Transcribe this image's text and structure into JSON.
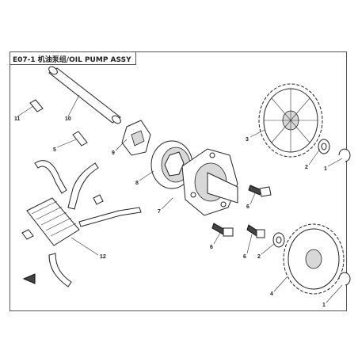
{
  "title": "E07-1 机油泵组/OIL PUMP ASSY",
  "callouts": [
    "11",
    "10",
    "5",
    "9",
    "3",
    "2",
    "1",
    "8",
    "7",
    "6",
    "6",
    "6",
    "2",
    "4",
    "1",
    "12"
  ]
}
